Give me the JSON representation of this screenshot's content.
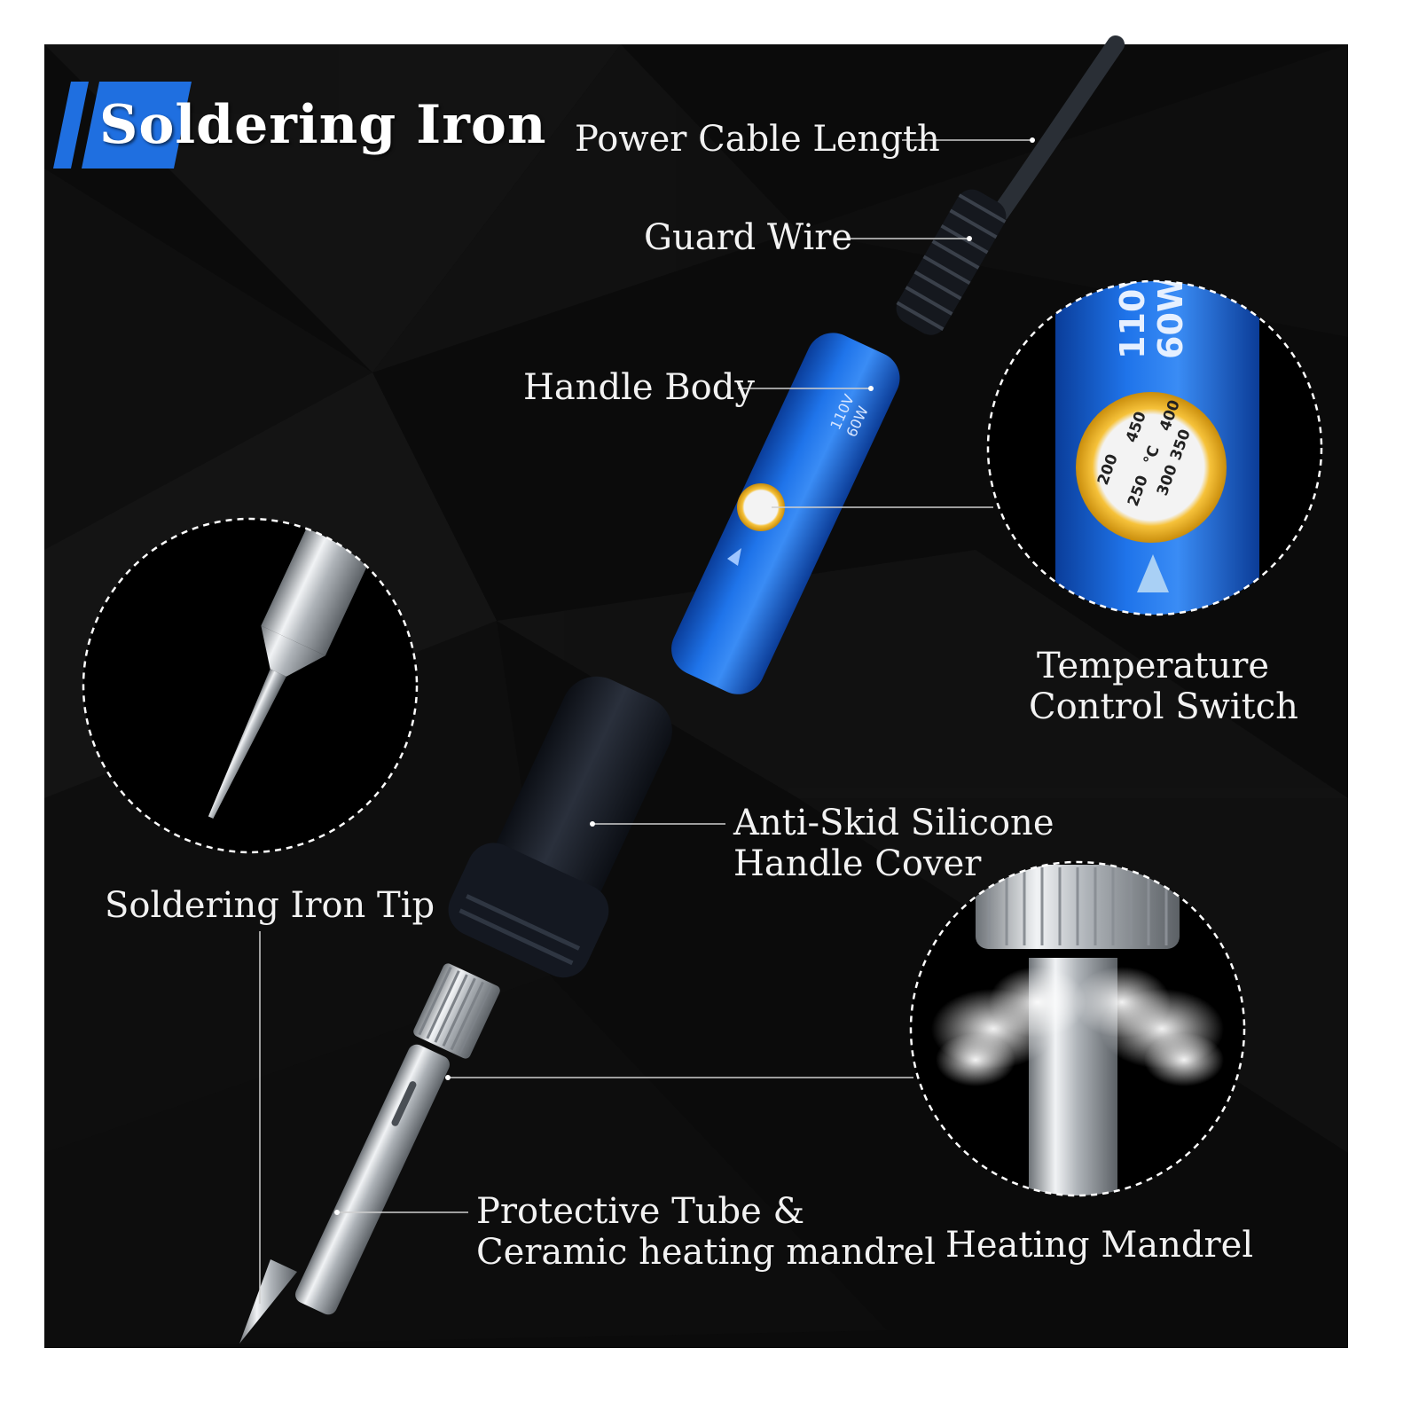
{
  "title": "Soldering Iron",
  "colors": {
    "background": "#0b0b0b",
    "accent_blue": "#1f6fe0",
    "handle_blue": "#1563d6",
    "silicone_black": "#1a1f2a",
    "steel": "#c9ccd0",
    "dial_gold": "#e8b21e",
    "label_text": "#f2f2f2",
    "leader_line": "#cfcfcf"
  },
  "labels": {
    "power_cable": "Power Cable Length",
    "guard_wire": "Guard Wire",
    "handle_body": "Handle Body",
    "temperature_switch": [
      "Temperature",
      "Control Switch"
    ],
    "anti_skid": [
      "Anti-Skid Silicone",
      "Handle Cover"
    ],
    "iron_tip": "Soldering Iron Tip",
    "protective_tube": [
      "Protective Tube &",
      "Ceramic heating mandrel"
    ],
    "heating_mandrel": "Heating Mandrel"
  },
  "handle_marking": {
    "voltage": "110V",
    "wattage": "60W"
  },
  "dial_scale": {
    "unit": "°C",
    "marks": [
      "200",
      "250",
      "300",
      "350",
      "400",
      "450"
    ]
  },
  "icons": {
    "title_bars": "slanted-blue-bars",
    "dial_arrow": "triangle-pointer-icon",
    "steam": "steam-cloud"
  }
}
